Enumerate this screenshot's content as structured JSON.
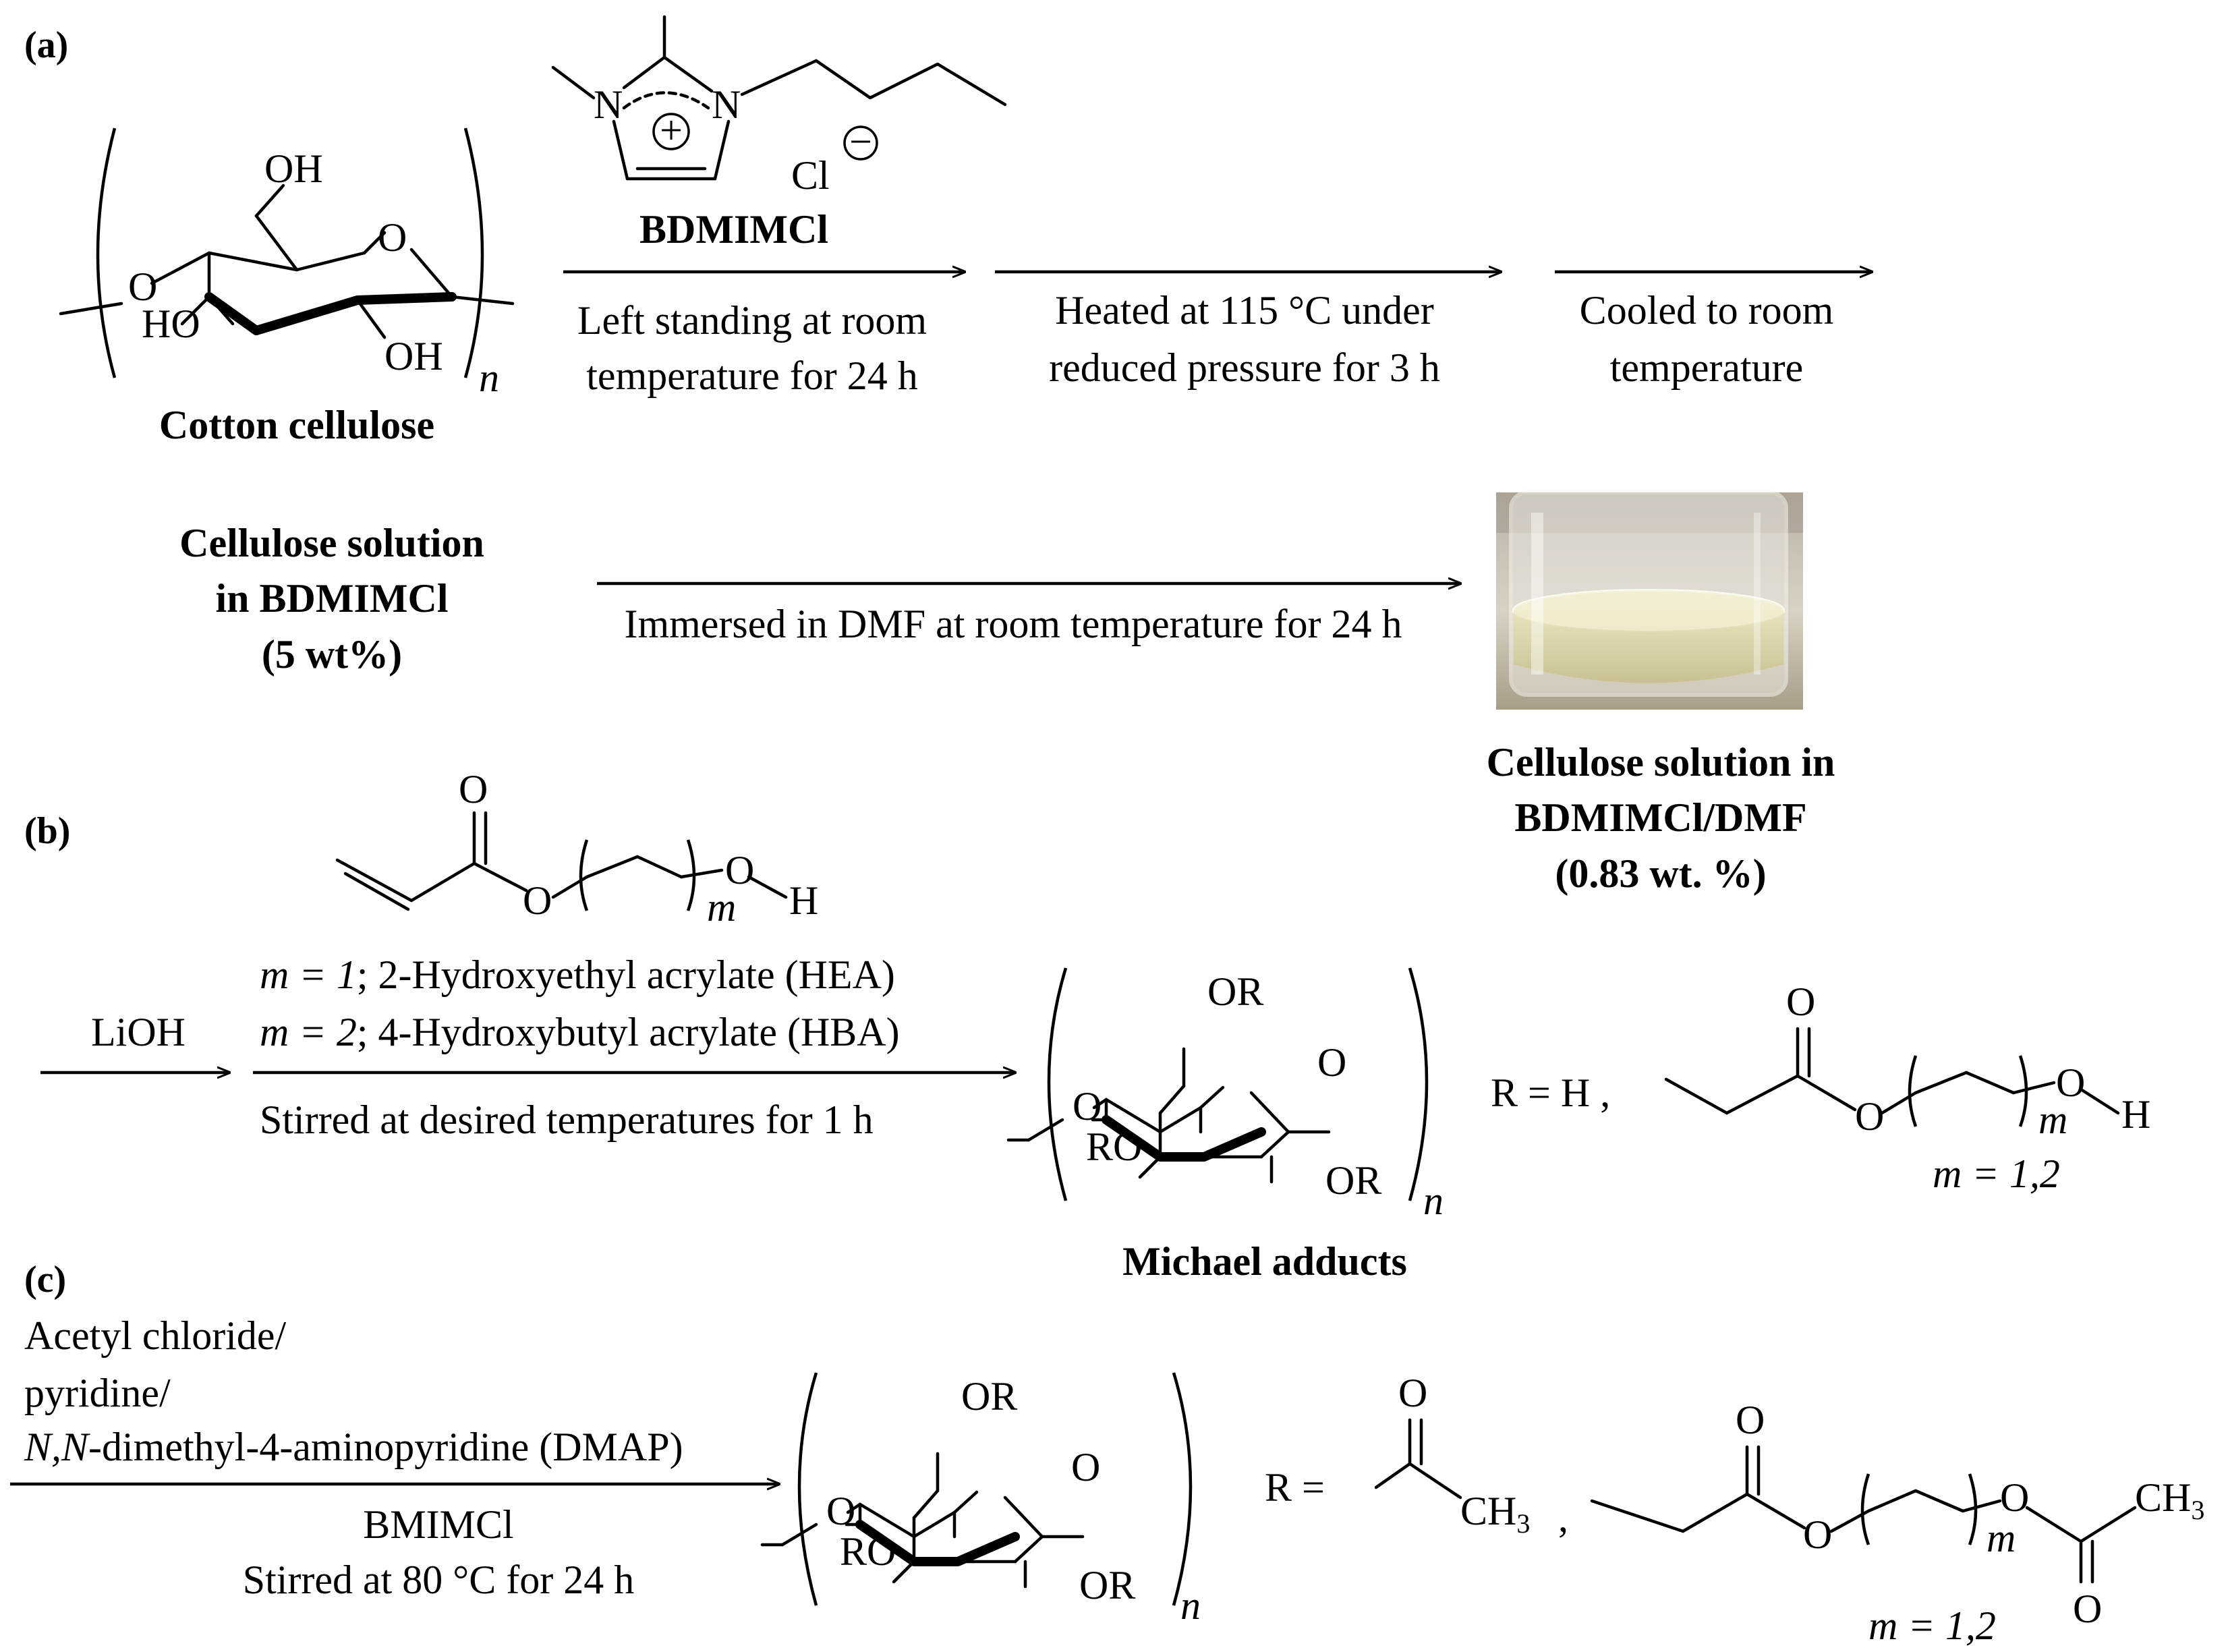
{
  "panels": {
    "a": "(a)",
    "b": "(b)",
    "c": "(c)"
  },
  "atoms": {
    "oh": "OH",
    "o": "O",
    "ho": "HO",
    "or": "OR",
    "ro": "RO",
    "n": "n",
    "m": "m",
    "h": "H",
    "n_atom": "N",
    "cl": "Cl",
    "ch3": "CH",
    "ch3_sub": "3",
    "r_eq": "R =",
    "r_eq_h": "R = H ,",
    "comma": ",",
    "m_eq": "m = 1,2",
    "plus": "+",
    "minus": "−"
  },
  "labels": {
    "bdmimcl": "BDMIMCl",
    "cotton_cellulose": "Cotton cellulose",
    "cell_sol_1": "Cellulose solution",
    "cell_sol_2": "in BDMIMCl",
    "cell_sol_3": "(5 wt%)",
    "dmf_sol_1": "Cellulose solution in",
    "dmf_sol_2": "BDMIMCl/DMF",
    "dmf_sol_3": "(0.83 wt. %)",
    "michael_adducts": "Michael adducts"
  },
  "conditions": {
    "step1_line1": "Left standing at room",
    "step1_line2": "temperature for 24 h",
    "step2_line1": "Heated at 115 °C under",
    "step2_line2": "reduced pressure for 3 h",
    "step3_line1": "Cooled to room",
    "step3_line2": "temperature",
    "step4": "Immersed in DMF at room temperature for 24 h",
    "lioh": "LiOH",
    "hea": "; 2-Hydroxyethyl acrylate (HEA)",
    "hba": "; 4-Hydroxybutyl acrylate (HBA)",
    "m1": "m = 1",
    "m2": "m = 2",
    "stir_b": "Stirred at desired temperatures for 1 h",
    "acetyl_1": "Acetyl chloride/",
    "acetyl_2": "pyridine/",
    "acetyl_3_it": "N,N",
    "acetyl_3": "-dimethyl-4-aminopyridine (DMAP)",
    "bmimcl": "BMIMCl",
    "stir_c": "Stirred at 80 °C for 24 h"
  },
  "photo": {
    "caption": "vial of clear cellulose solution"
  }
}
